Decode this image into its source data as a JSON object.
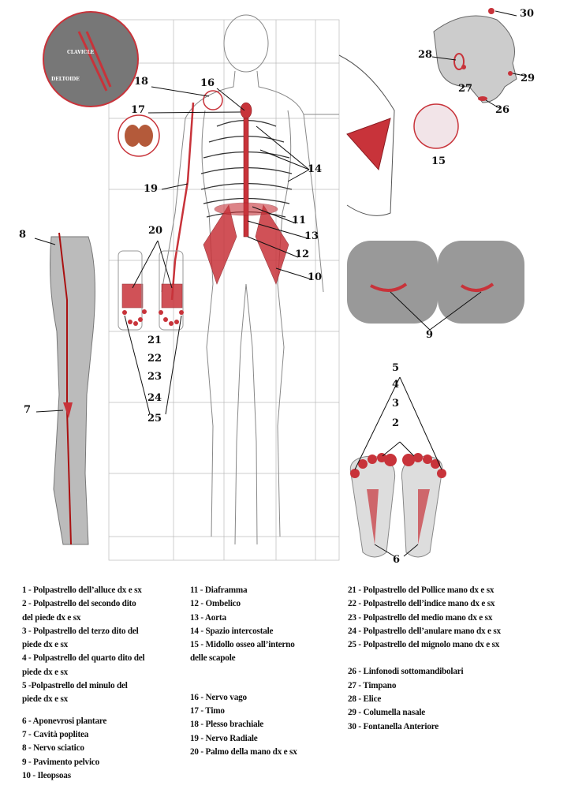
{
  "callouts": {
    "n30": "30",
    "n28": "28",
    "n27": "27",
    "n29": "29",
    "n26": "26",
    "n18": "18",
    "n16": "16",
    "n17": "17",
    "n14": "14",
    "n15": "15",
    "n19": "19",
    "n11": "11",
    "n13": "13",
    "n12": "12",
    "n10": "10",
    "n20": "20",
    "n21": "21",
    "n22": "22",
    "n23": "23",
    "n24": "24",
    "n25": "25",
    "n8": "8",
    "n7": "7",
    "n9": "9",
    "n5": "5",
    "n4": "4",
    "n3": "3",
    "n2": "2",
    "n6": "6"
  },
  "inset_labels": {
    "clavicola": "CLAVICLE",
    "deltoide": "DELTOIDE"
  },
  "legend": {
    "col1": [
      "1 - Polpastrello dell’alluce dx e sx",
      "2 - Polpastrello del secondo dito",
      "del piede dx e sx",
      "3 - Polpastrello del terzo dito del",
      "piede dx e sx",
      "4 - Polpastrello del quarto dito del",
      "piede dx e sx",
      "5 -Polpastrello del minulo del",
      "piede dx e sx",
      "6 - Aponevrosi plantare",
      "7 - Cavità poplitea",
      "8 - Nervo sciatico",
      "9 - Pavimento pelvico",
      "10 - Ileopsoas"
    ],
    "col2": [
      "11 - Diaframma",
      "12  - Ombelico",
      "13  - Aorta",
      "14  - Spazio intercostale",
      "15 - Midollo osseo all’interno",
      "delle scapole",
      "16  - Nervo vago",
      "17 - Timo",
      "18  - Plesso brachiale",
      "19 - Nervo Radiale",
      "20  -  Palmo della mano dx e sx"
    ],
    "col3": [
      "21 - Polpastrello del Pollice mano dx e sx",
      "22  - Polpastrello dell’indice mano dx e sx",
      "23  - Polpastrello del medio mano dx e sx",
      "24  - Polpastrello dell’anulare mano dx e sx",
      "25  - Polpastrello del  mignolo mano dx e sx",
      "26  - Linfonodi sottomandibolari",
      "27  - Timpano",
      "28  - Elice",
      "29  - Columella nasale",
      "30  - Fontanella Anteriore"
    ]
  },
  "colors": {
    "accent": "#c8333a",
    "line": "#222222",
    "sketch": "#9a9a9a"
  }
}
